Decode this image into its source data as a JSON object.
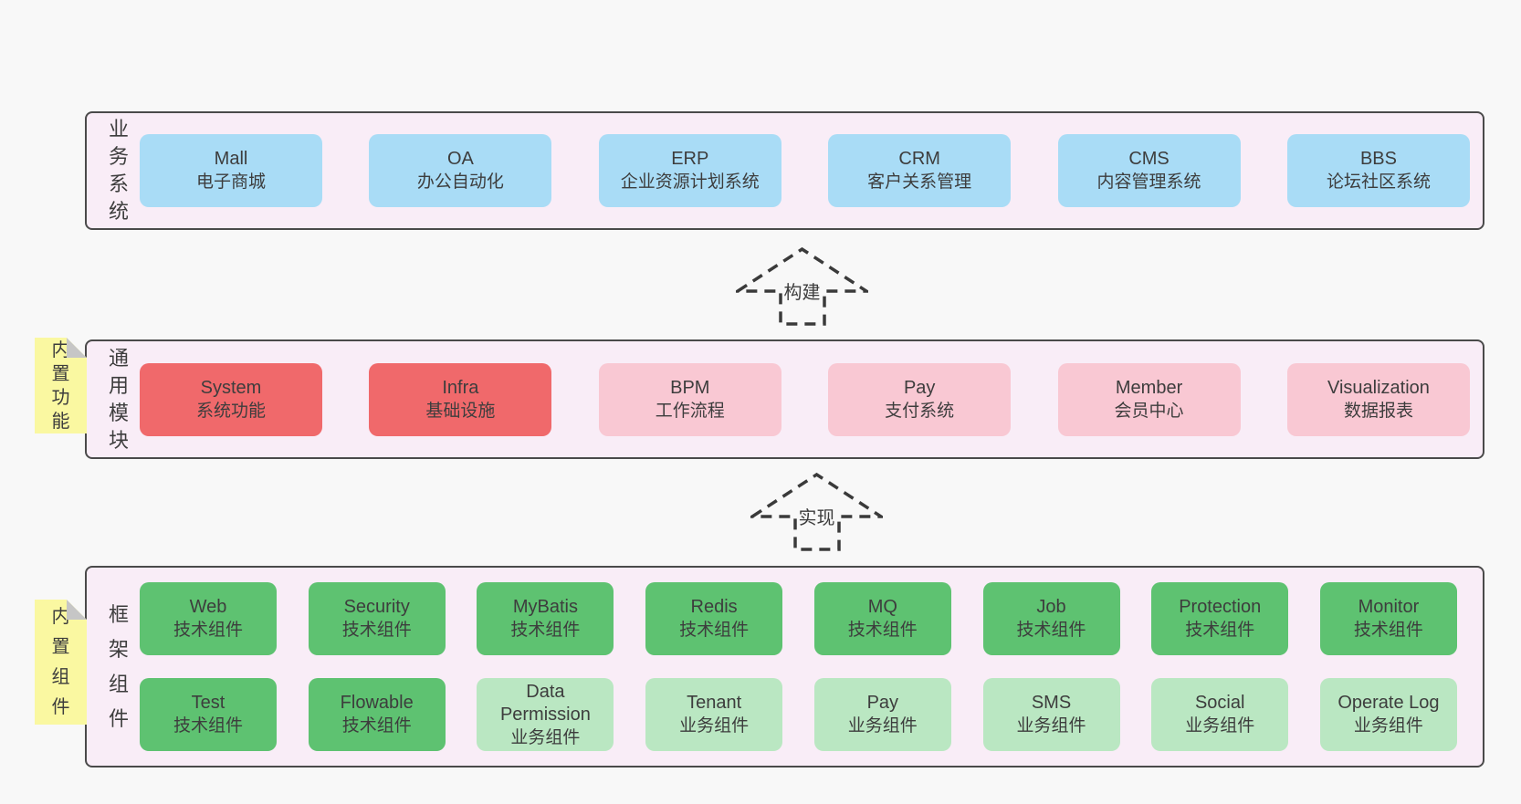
{
  "colors": {
    "page_bg": "#f8f8f8",
    "band_bg": "#f9edf7",
    "band_border": "#4a4a4a",
    "box_blue": "#a9dcf6",
    "box_red": "#f0696b",
    "box_pink": "#f9c8d3",
    "box_green": "#5ec271",
    "box_green_light": "#bae7c2",
    "tab_yellow": "#faf8a1",
    "fold_grey": "#c6c6c6",
    "text": "#3d3d3d",
    "arrow": "#3a3a3a"
  },
  "bands": {
    "top": {
      "label": "业务系统",
      "boxes": [
        {
          "name": "Mall",
          "desc": "电子商城",
          "variant": "blue"
        },
        {
          "name": "OA",
          "desc": "办公自动化",
          "variant": "blue"
        },
        {
          "name": "ERP",
          "desc": "企业资源计划系统",
          "variant": "blue"
        },
        {
          "name": "CRM",
          "desc": "客户关系管理",
          "variant": "blue"
        },
        {
          "name": "CMS",
          "desc": "内容管理系统",
          "variant": "blue"
        },
        {
          "name": "BBS",
          "desc": "论坛社区系统",
          "variant": "blue"
        }
      ]
    },
    "middle": {
      "label": "通用模块",
      "tab": "内置功能",
      "boxes": [
        {
          "name": "System",
          "desc": "系统功能",
          "variant": "red"
        },
        {
          "name": "Infra",
          "desc": "基础设施",
          "variant": "red"
        },
        {
          "name": "BPM",
          "desc": "工作流程",
          "variant": "pink"
        },
        {
          "name": "Pay",
          "desc": "支付系统",
          "variant": "pink"
        },
        {
          "name": "Member",
          "desc": "会员中心",
          "variant": "pink"
        },
        {
          "name": "Visualization",
          "desc": "数据报表",
          "variant": "pink"
        }
      ]
    },
    "bottom": {
      "label": "框架组件",
      "tab": "内置组件",
      "rows": [
        [
          {
            "name": "Web",
            "desc": "技术组件",
            "variant": "green"
          },
          {
            "name": "Security",
            "desc": "技术组件",
            "variant": "green"
          },
          {
            "name": "MyBatis",
            "desc": "技术组件",
            "variant": "green"
          },
          {
            "name": "Redis",
            "desc": "技术组件",
            "variant": "green"
          },
          {
            "name": "MQ",
            "desc": "技术组件",
            "variant": "green"
          },
          {
            "name": "Job",
            "desc": "技术组件",
            "variant": "green"
          },
          {
            "name": "Protection",
            "desc": "技术组件",
            "variant": "green"
          },
          {
            "name": "Monitor",
            "desc": "技术组件",
            "variant": "green"
          }
        ],
        [
          {
            "name": "Test",
            "desc": "技术组件",
            "variant": "green"
          },
          {
            "name": "Flowable",
            "desc": "技术组件",
            "variant": "green"
          },
          {
            "name": "Data Permission",
            "desc": "业务组件",
            "variant": "green-light"
          },
          {
            "name": "Tenant",
            "desc": "业务组件",
            "variant": "green-light"
          },
          {
            "name": "Pay",
            "desc": "业务组件",
            "variant": "green-light"
          },
          {
            "name": "SMS",
            "desc": "业务组件",
            "variant": "green-light"
          },
          {
            "name": "Social",
            "desc": "业务组件",
            "variant": "green-light"
          },
          {
            "name": "Operate Log",
            "desc": "业务组件",
            "variant": "green-light"
          }
        ]
      ]
    }
  },
  "arrows": {
    "build": {
      "label": "构建"
    },
    "implement": {
      "label": "实现"
    }
  }
}
